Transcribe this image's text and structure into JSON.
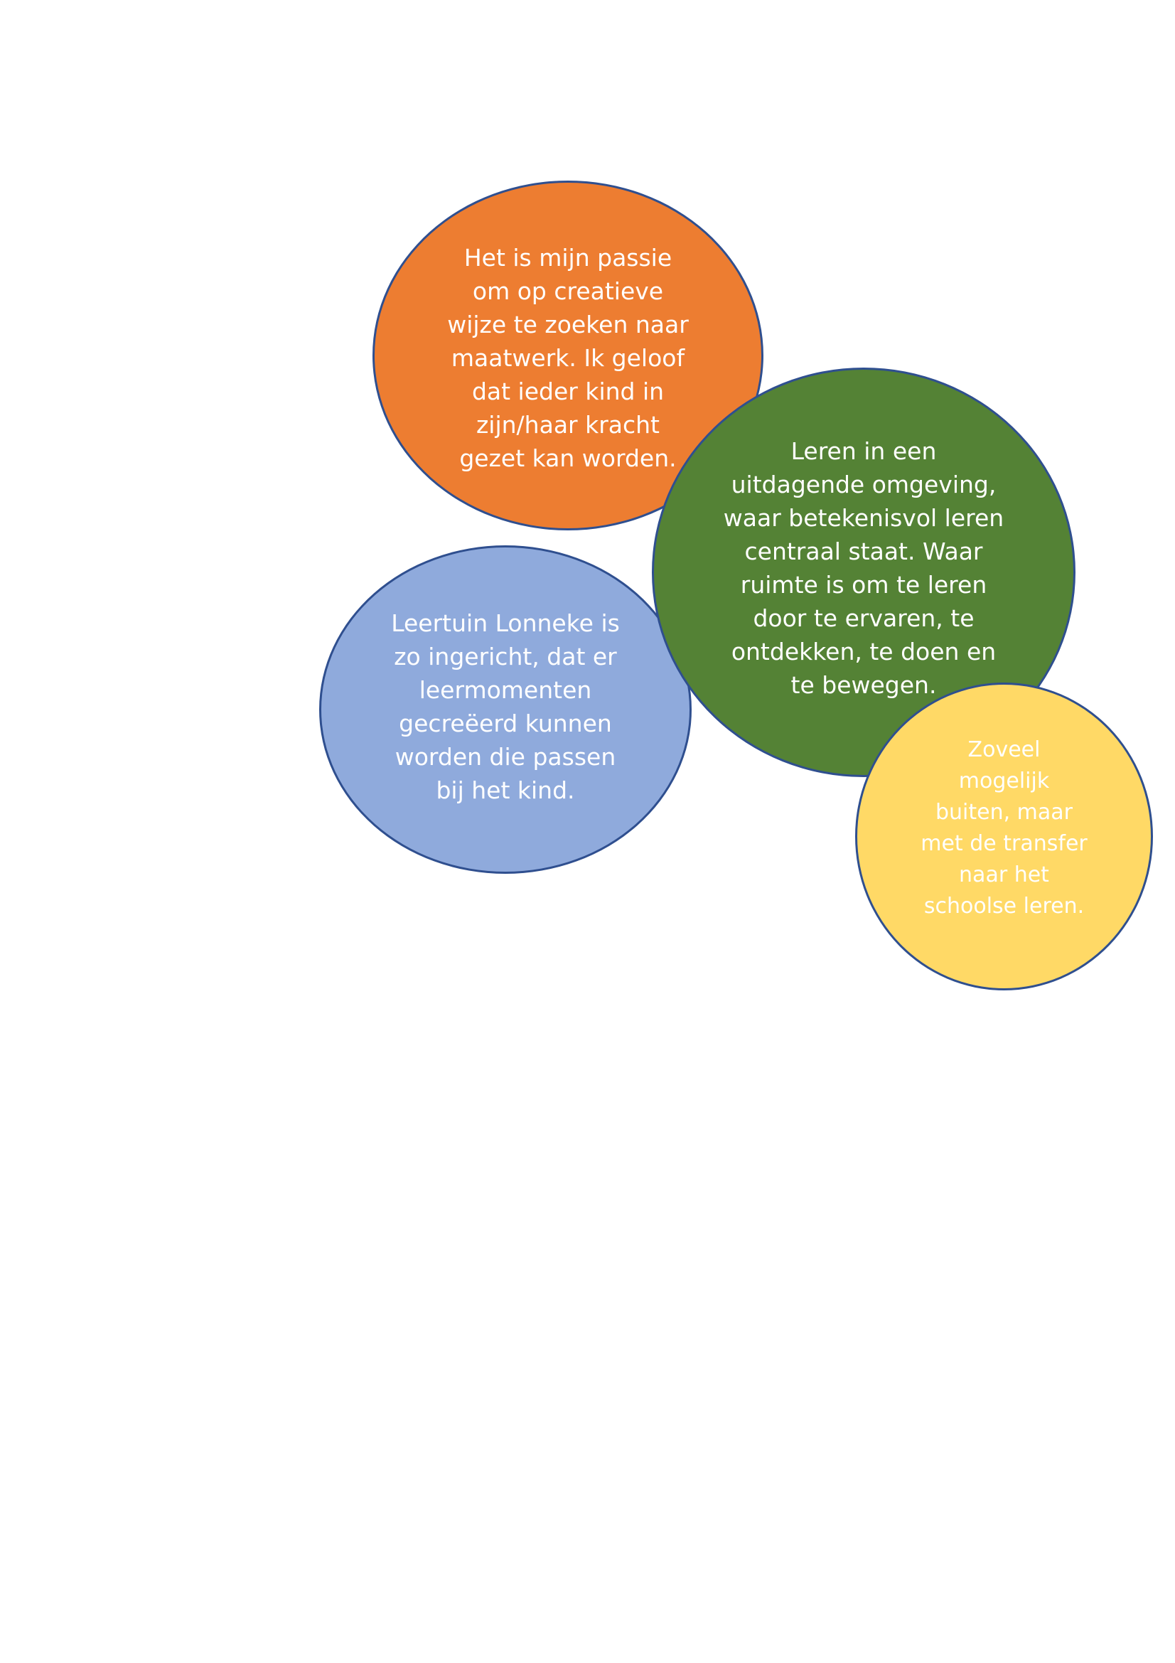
{
  "bubbles": {
    "orange": {
      "text": "Het is mijn passie om op creatieve wijze te zoeken naar maatwerk. Ik geloof dat ieder kind in zijn/haar kracht gezet kan worden.",
      "color": "#ED7D31"
    },
    "green": {
      "text": "Leren in een uitdagende omgeving, waar betekenisvol leren centraal staat. Waar ruimte is om te leren door te ervaren, te ontdekken, te doen en te bewegen.",
      "color": "#548235"
    },
    "blue": {
      "text": "Leertuin Lonneke is zo ingericht, dat er leermomenten gecreëerd kunnen worden die passen bij het kind.",
      "color": "#8FAADC"
    },
    "yellow": {
      "text": "Zoveel mogelijk buiten, maar met de transfer naar het schoolse leren.",
      "color": "#FFD966"
    }
  },
  "outline_color": "#2F4F8F"
}
